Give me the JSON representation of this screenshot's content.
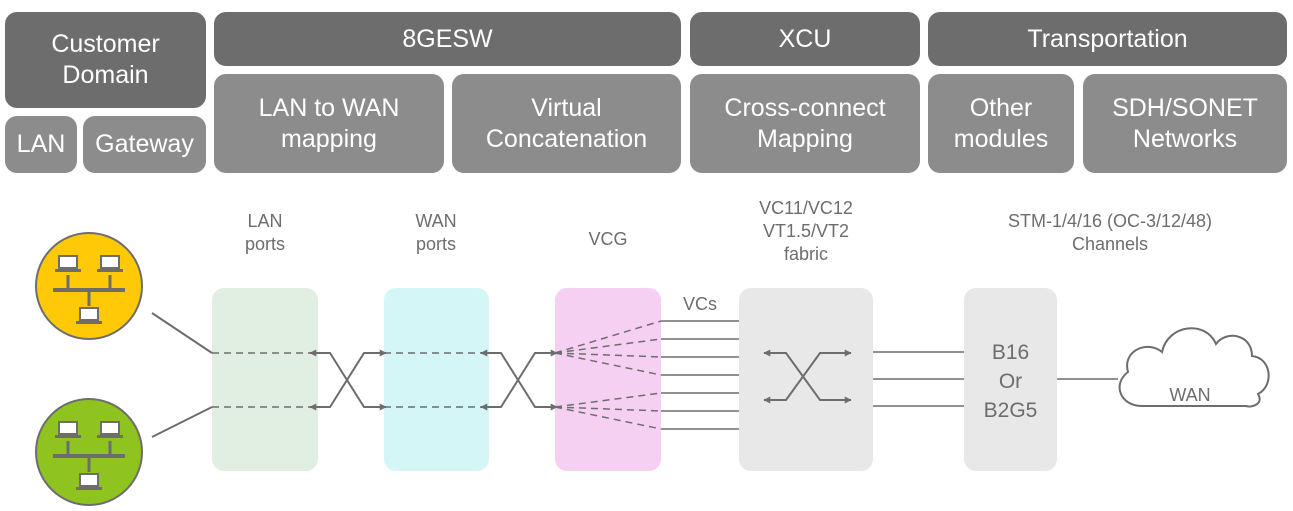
{
  "header": {
    "customer_domain": "Customer\nDomain",
    "lan": "LAN",
    "gateway": "Gateway",
    "gesw": "8GESW",
    "lan_to_wan": "LAN to WAN\nmapping",
    "virtual_concat": "Virtual\nConcatenation",
    "xcu": "XCU",
    "cross_connect": "Cross-connect\nMapping",
    "transportation": "Transportation",
    "other_modules": "Other\nmodules",
    "sdh_sonet": "SDH/SONET\nNetworks"
  },
  "labels": {
    "lan_ports": "LAN\nports",
    "wan_ports": "WAN\nports",
    "vcg": "VCG",
    "fabric": "VC11/VC12\nVT1.5/VT2\nfabric",
    "stm": "STM-1/4/16 (OC-3/12/48)\nChannels",
    "vcs": "VCs",
    "module": "B16\nOr\nB2G5",
    "wan_cloud": "WAN"
  },
  "colors": {
    "header_dark": "#6d6d6d",
    "header_light": "#8c8c8c",
    "lan_ports": "#e0efe2",
    "wan_ports": "#d5f6f7",
    "vcg": "#f5d0f3",
    "fabric": "#e8e8e8",
    "network_yellow": "#ffc907",
    "network_green": "#8fc31f"
  },
  "icons": [
    "network-icon-yellow",
    "network-icon-green",
    "cloud-icon",
    "bidirectional-arrow-icon"
  ]
}
